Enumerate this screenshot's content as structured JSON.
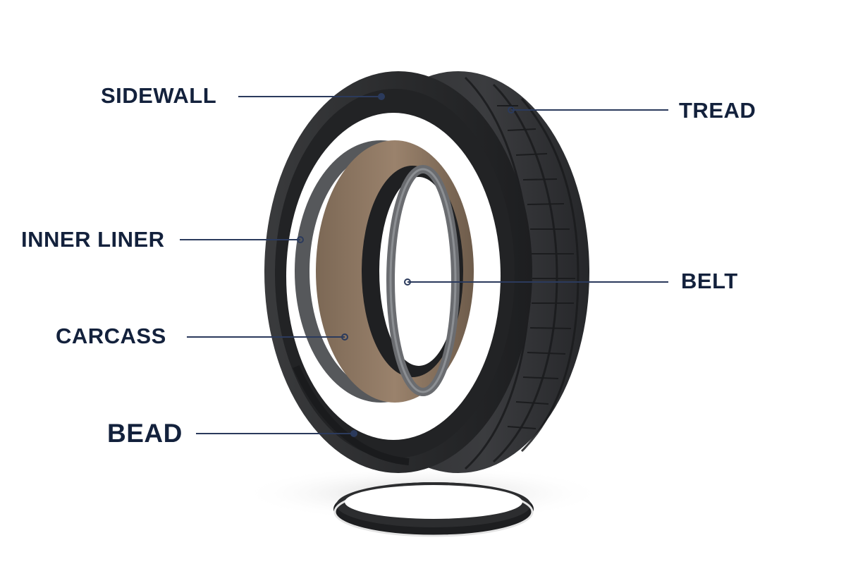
{
  "labels": {
    "sidewall": "SIDEWALL",
    "tread": "TREAD",
    "inner_liner": "INNER LINER",
    "belt": "BELT",
    "carcass": "CARCASS",
    "bead": "BEAD"
  },
  "colors": {
    "label_text": "#13213c",
    "leader_line": "#2b3a5c",
    "tire_rubber": "#2a2b2d",
    "carcass_fabric": "#8a7460",
    "belt_steel": "#5b5d60",
    "background": "#ffffff"
  }
}
